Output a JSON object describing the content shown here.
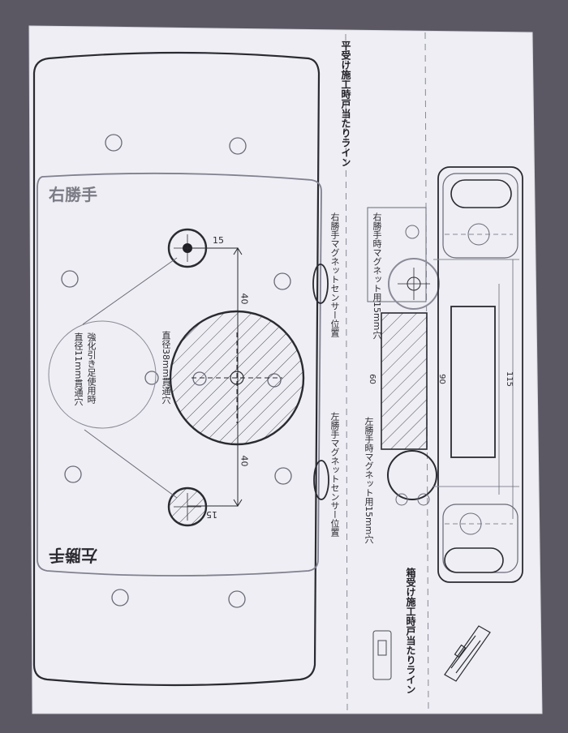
{
  "labels": {
    "right_hand_top": "右勝手",
    "left_hand_bottom": "左勝手",
    "flat_install_line": "平受け施工時戸当たりライン",
    "box_install_line": "箱受け施工時戸当たりライン",
    "right_magnet_sensor": "右勝手マグネットセンサー位置",
    "left_magnet_sensor": "左勝手マグネットセンサー位置",
    "right_magnet_hole": "右勝手時マグネット用15mm穴",
    "left_magnet_hole": "左勝手時マグネット用15mm穴",
    "main_hole": "直径38mm貫通穴",
    "reinforce_line1": "強化引き足使用時",
    "reinforce_line2": "直径11mm貫通穴"
  },
  "dimensions": {
    "d15_top": "15",
    "d15_bottom": "15",
    "d40_top": "40",
    "d40_bottom": "40",
    "d60": "60",
    "d90": "90",
    "d115": "115"
  },
  "colors": {
    "background": "#5b5864",
    "paper": "#eeeef4",
    "line": "#2a2a32",
    "thin_line": "#6a6a78",
    "label_grey": "#7c7c86"
  }
}
